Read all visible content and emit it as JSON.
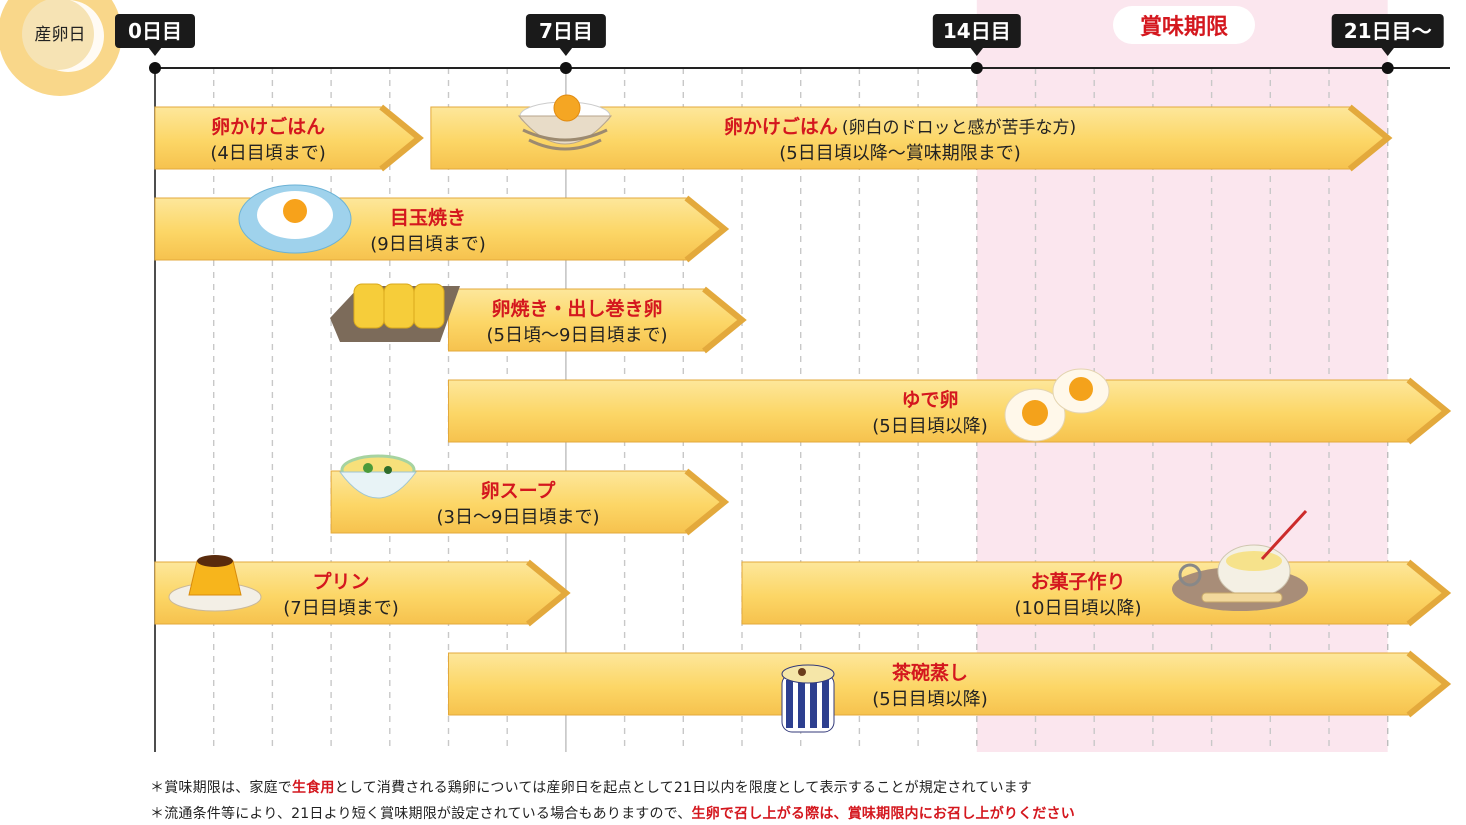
{
  "header": {
    "origin_label": "産卵日",
    "expiry_label": "賞味期限"
  },
  "timeline": {
    "max_day": 21,
    "expiry_start_day": 14,
    "markers": [
      {
        "day": 0,
        "label": "0日目"
      },
      {
        "day": 7,
        "label": "7日目"
      },
      {
        "day": 14,
        "label": "14日目"
      },
      {
        "day": 21,
        "label": "21日目〜"
      }
    ]
  },
  "bars": [
    {
      "id": "tkg-early",
      "title": "卵かけごはん",
      "note": "",
      "sub": "(4日目頃まで)",
      "start": 0,
      "end": 4.5,
      "row": 0,
      "icon": "none"
    },
    {
      "id": "tkg-late",
      "title": "卵かけごはん",
      "note": "(卵白のドロッと感が苦手な方)",
      "sub": "(5日目頃以降〜賞味期限まで)",
      "start": 4.7,
      "end": 21,
      "row": 0,
      "icon": "rice-bowl-icon"
    },
    {
      "id": "fried-egg",
      "title": "目玉焼き",
      "note": "",
      "sub": "(9日目頃まで)",
      "start": 0,
      "end": 9.7,
      "row": 1,
      "icon": "fried-egg-icon"
    },
    {
      "id": "tamagoyaki",
      "title": "卵焼き・出し巻き卵",
      "note": "",
      "sub": "(5日頃〜9日目頃まで)",
      "start": 5,
      "end": 10,
      "row": 2,
      "icon": "tamagoyaki-icon"
    },
    {
      "id": "boiled-egg",
      "title": "ゆで卵",
      "note": "",
      "sub": "(5日目頃以降)",
      "start": 5,
      "end": 22,
      "row": 3,
      "icon": "boiled-egg-icon"
    },
    {
      "id": "egg-soup",
      "title": "卵スープ",
      "note": "",
      "sub": "(3日〜9日目頃まで)",
      "start": 3,
      "end": 9.7,
      "row": 4,
      "icon": "soup-bowl-icon"
    },
    {
      "id": "pudding",
      "title": "プリン",
      "note": "",
      "sub": "(7日目頃まで)",
      "start": 0,
      "end": 7,
      "row": 5,
      "icon": "pudding-icon"
    },
    {
      "id": "baking",
      "title": "お菓子作り",
      "note": "",
      "sub": "(10日目頃以降)",
      "start": 10,
      "end": 22,
      "row": 5,
      "icon": "baking-icon"
    },
    {
      "id": "chawanmushi",
      "title": "茶碗蒸し",
      "note": "",
      "sub": "(5日目頃以降)",
      "start": 5,
      "end": 22,
      "row": 6,
      "icon": "chawanmushi-icon"
    }
  ],
  "footnotes": {
    "line1": {
      "a": "＊賞味期限は、家庭で",
      "b": "生食用",
      "c": "として消費される鶏卵については産卵日を起点として21日以内を限度として表示することが規定されています"
    },
    "line2": {
      "a": "＊流通条件等により、21日より短く賞味期限が設定されている場合もありますので、",
      "b": "生卵で召し上がる際は、賞味期限内にお召し上がりください"
    }
  },
  "colors": {
    "bar": "#fcd666",
    "bar_shadow": "#e3a93c",
    "title_red": "#d4171e",
    "expiry_zone": "#fbe6ee",
    "marker_bg": "#1a1a1a",
    "origin_circle": "#f9d78a"
  }
}
